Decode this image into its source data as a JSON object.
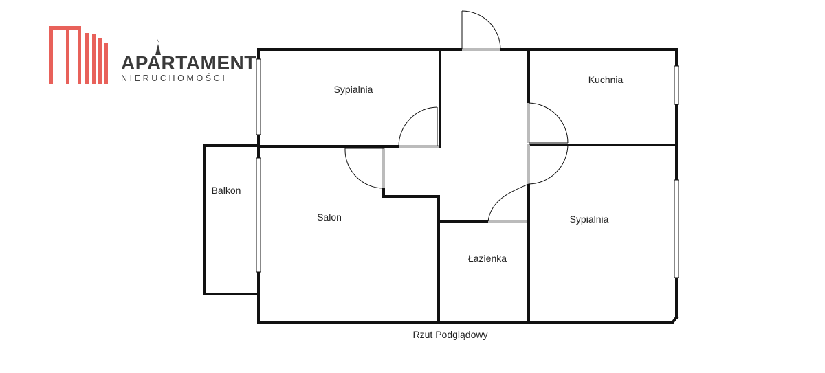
{
  "brand": {
    "name": "APARTAMENT",
    "tagline": "NIERUCHOMOŚCI",
    "north_marker": "N",
    "logo_color": "#e8615a"
  },
  "rooms": {
    "bedroom_top": "Sypialnia",
    "kitchen": "Kuchnia",
    "balcony": "Balkon",
    "living_room": "Salon",
    "bathroom": "Łazienka",
    "bedroom_right": "Sypialnia"
  },
  "caption": "Rzut Podglądowy",
  "colors": {
    "wall": "#111111",
    "door": "#bbbbbb"
  }
}
